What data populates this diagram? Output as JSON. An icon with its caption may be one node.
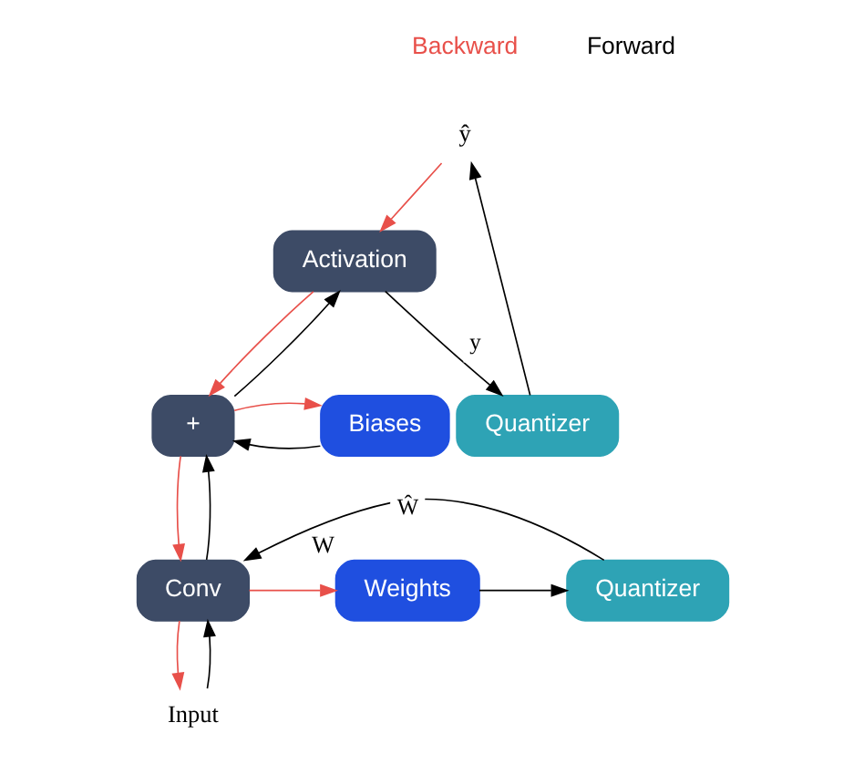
{
  "diagram": {
    "nodes": [
      {
        "text": [
          "ŷ"
        ]
      },
      {
        "text": [
          "Quantizer"
        ]
      },
      {
        "text": [
          "Activation"
        ]
      },
      {
        "text": [
          "+"
        ]
      },
      {
        "text": [
          "Biases"
        ]
      },
      {
        "text": [
          "Conv"
        ]
      },
      {
        "text": [
          "Quantizer"
        ]
      },
      {
        "text": [
          "Weights"
        ],
        "beside": [
          "W"
        ]
      },
      {
        "text": [
          "Input"
        ]
      }
    ],
    "edges": [
      {
        "from": 8,
        "to": 5,
        "arrow": "to"
      },
      {
        "from": 5,
        "to": 3,
        "arrow": "to"
      },
      {
        "from": 4,
        "to": 3,
        "arrow": "to"
      },
      {
        "from": 3,
        "to": 2,
        "arrow": "to"
      },
      {
        "from": 2,
        "to": 1,
        "arrow": "to",
        "label": "y"
      },
      {
        "from": 1,
        "to": 0,
        "arrow": "to"
      },
      {
        "from": 7,
        "to": 6,
        "arrow": "to"
      },
      {
        "from": 6,
        "to": 5,
        "arrow": "to",
        "label": "Ŵ"
      },
      {
        "from": 0,
        "to": 2,
        "arrow": "to",
        "color": "#e8504a"
      },
      {
        "from": 2,
        "to": 3,
        "arrow": "to",
        "color": "#e8504a"
      },
      {
        "from": 3,
        "to": 4,
        "arrow": "to",
        "color": "#e8504a"
      },
      {
        "from": 3,
        "to": 5,
        "arrow": "to",
        "color": "#e8504a"
      },
      {
        "from": 5,
        "to": 8,
        "arrow": "to",
        "color": "#e8504a"
      },
      {
        "from": 5,
        "to": 7,
        "arrow": "to",
        "color": "#e8504a"
      }
    ],
    "legend": [
      {
        "text": "Backward"
      },
      {
        "text": "Forward"
      }
    ]
  }
}
